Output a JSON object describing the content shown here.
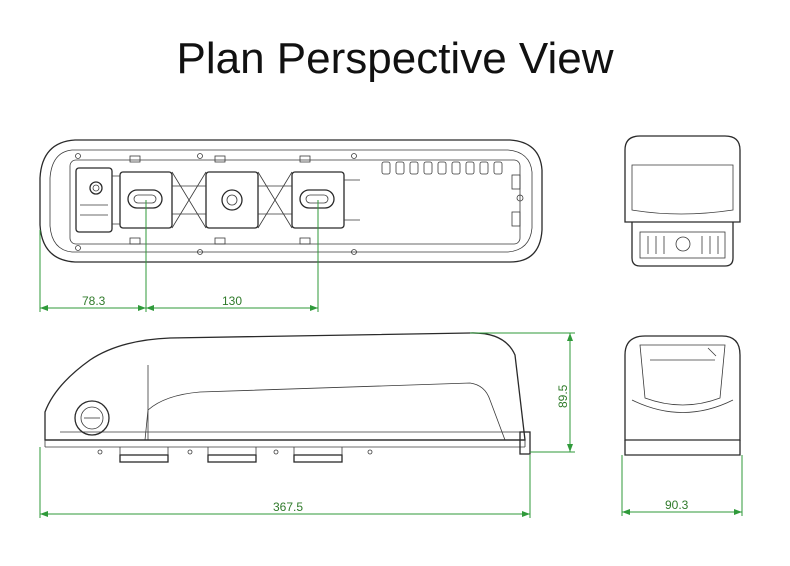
{
  "title": "Plan Perspective View",
  "dimensions": {
    "top_left_offset": "78.3",
    "top_spacing": "130",
    "side_height": "89.5",
    "side_length": "367.5",
    "end_width": "90.3"
  },
  "colors": {
    "line": "#2a2a2a",
    "dimension": "#2f9a3a"
  }
}
